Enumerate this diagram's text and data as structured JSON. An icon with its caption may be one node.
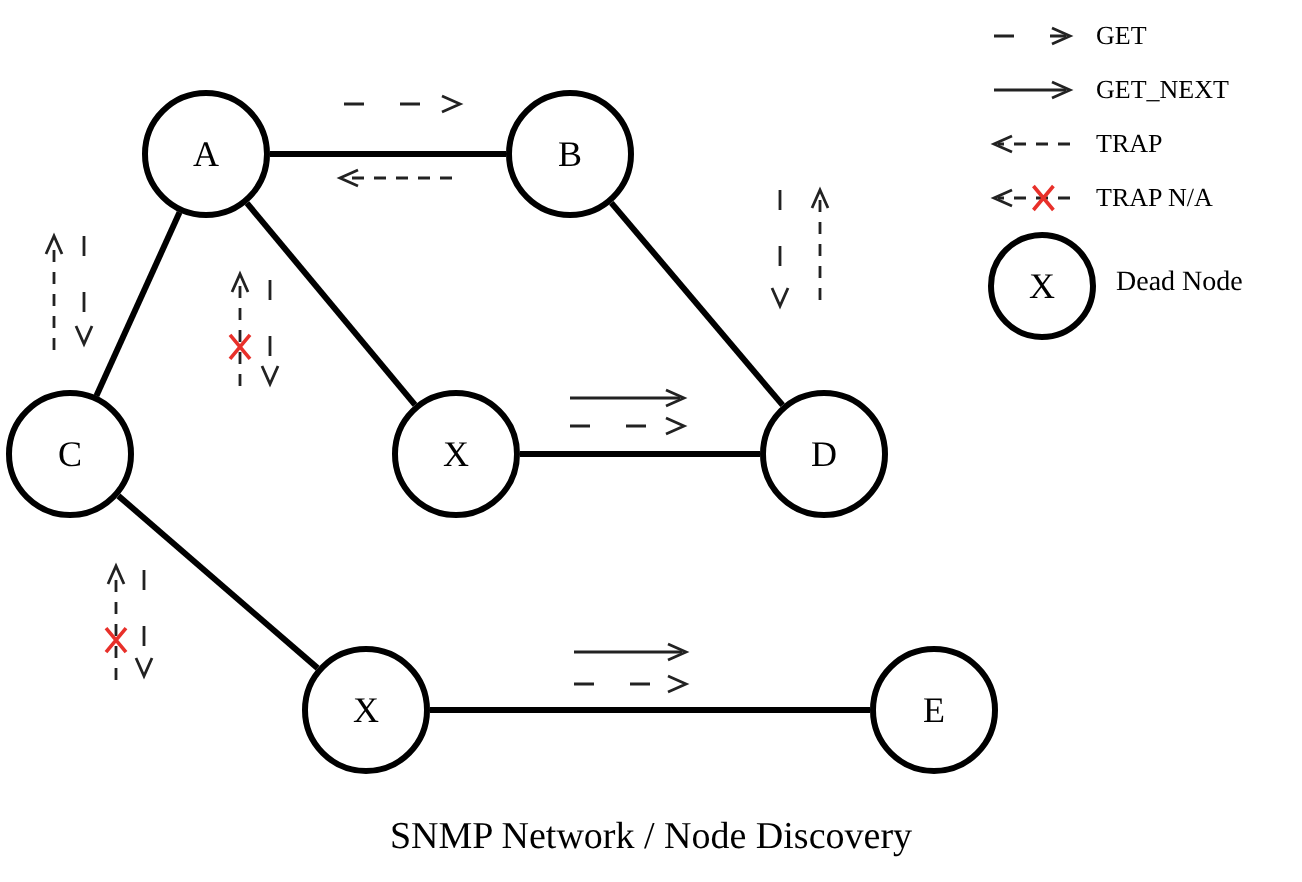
{
  "diagram": {
    "caption": "SNMP Network / Node Discovery",
    "nodes": [
      {
        "text": [
          "A"
        ]
      },
      {
        "text": [
          "B"
        ]
      },
      {
        "text": [
          "C"
        ]
      },
      {
        "text": [
          "X"
        ]
      },
      {
        "text": [
          "D"
        ]
      },
      {
        "text": [
          "X"
        ]
      },
      {
        "text": [
          "E"
        ]
      },
      {
        "text": [
          "X"
        ],
        "beside": [
          "Dead Node"
        ]
      }
    ],
    "edges": [
      {
        "from": 0,
        "to": 1,
        "arrow": "none"
      },
      {
        "from": 0,
        "to": 2,
        "arrow": "none"
      },
      {
        "from": 0,
        "to": 3,
        "arrow": "none"
      },
      {
        "from": 1,
        "to": 4,
        "arrow": "none"
      },
      {
        "from": 3,
        "to": 4,
        "arrow": "none"
      },
      {
        "from": 2,
        "to": 5,
        "arrow": "none"
      },
      {
        "from": 5,
        "to": 6,
        "arrow": "none"
      }
    ],
    "legend": [
      {
        "text": "GET"
      },
      {
        "text": "GET_NEXT"
      },
      {
        "text": "TRAP"
      },
      {
        "text": "TRAP N/A"
      }
    ]
  }
}
